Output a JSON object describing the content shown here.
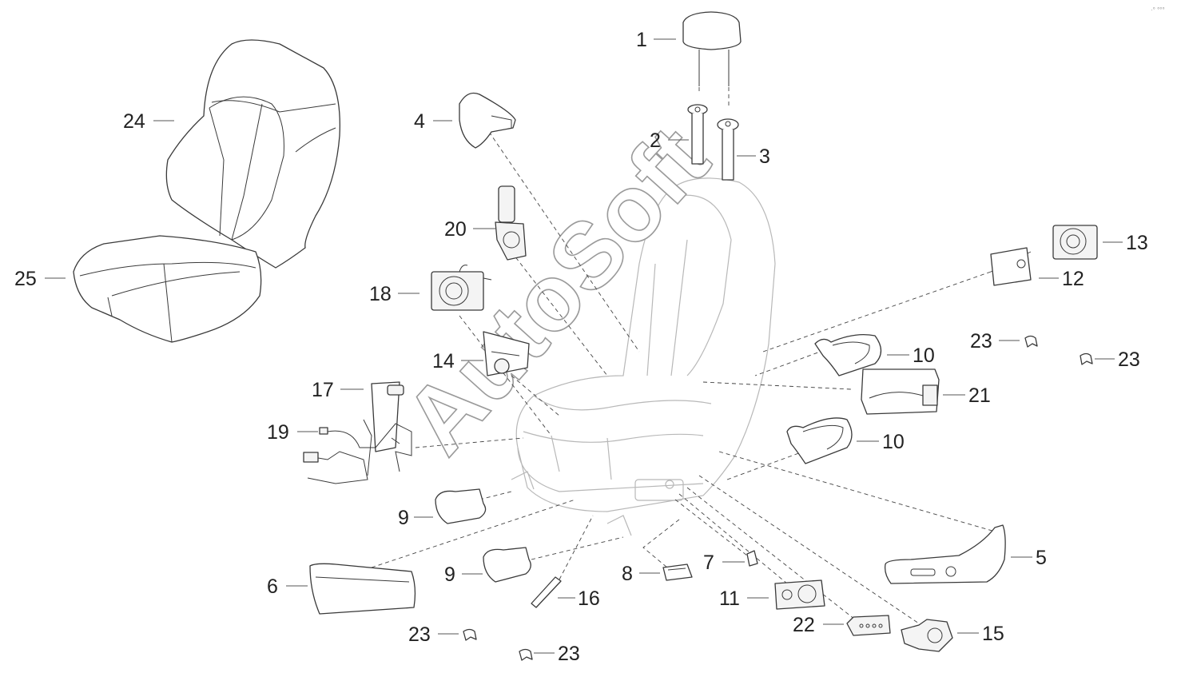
{
  "watermark": "AutoSoft",
  "corner_mark": "·° °°°",
  "callouts": {
    "c1": "1",
    "c2": "2",
    "c3": "3",
    "c4": "4",
    "c5": "5",
    "c6": "6",
    "c7": "7",
    "c8": "8",
    "c9a": "9",
    "c9b": "9",
    "c10a": "10",
    "c10b": "10",
    "c11": "11",
    "c12": "12",
    "c13": "13",
    "c14": "14",
    "c15": "15",
    "c16": "16",
    "c17": "17",
    "c18": "18",
    "c19": "19",
    "c20": "20",
    "c21": "21",
    "c22": "22",
    "c23a": "23",
    "c23b": "23",
    "c23c": "23",
    "c23d": "23",
    "c24": "24",
    "c25": "25"
  }
}
